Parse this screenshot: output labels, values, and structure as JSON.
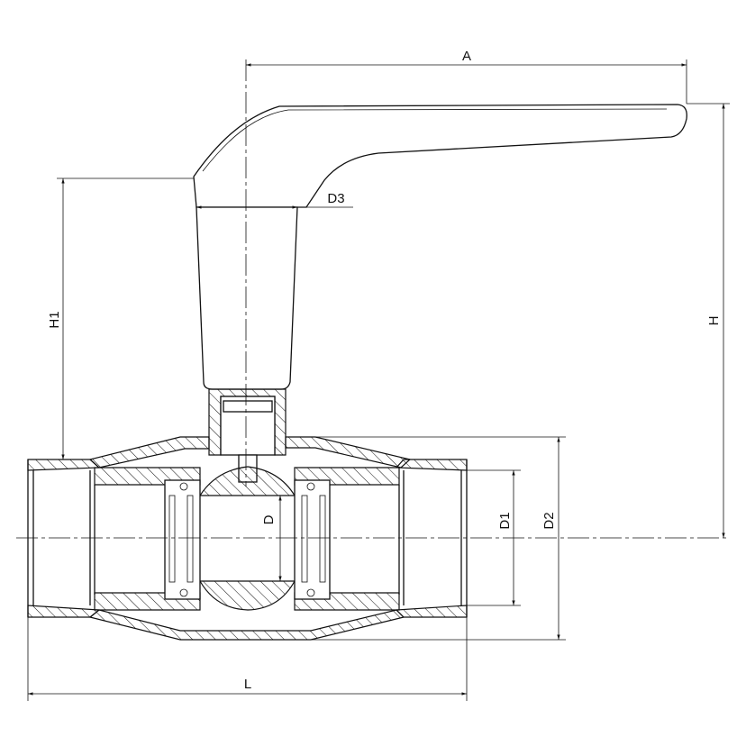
{
  "drawing": {
    "title": "Ball valve dimension drawing",
    "dimensions": {
      "A": "A",
      "D3": "D3",
      "H1": "H1",
      "H": "H",
      "D": "D",
      "D1": "D1",
      "D2": "D2",
      "L": "L"
    },
    "colors": {
      "line": "#111111",
      "background": "#ffffff"
    }
  }
}
